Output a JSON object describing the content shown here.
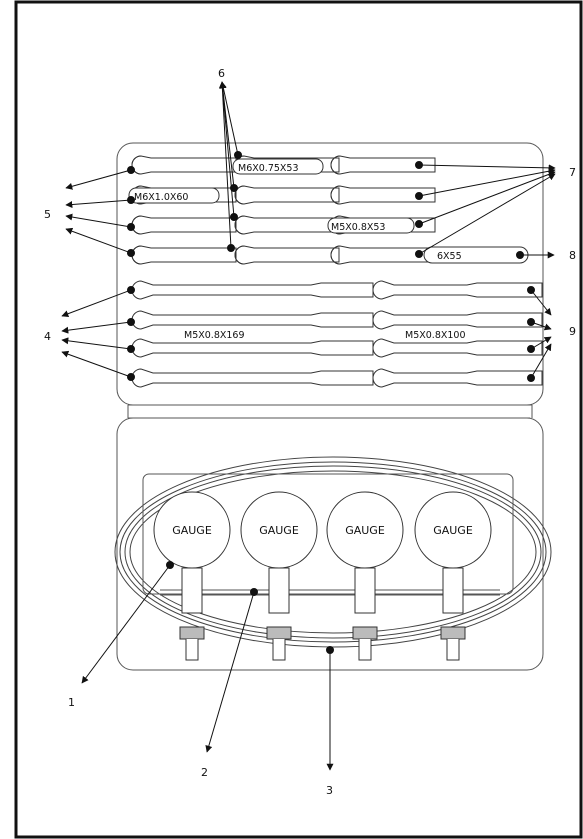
{
  "callouts": {
    "c1": "1",
    "c2": "2",
    "c3": "3",
    "c4": "4",
    "c5": "5",
    "c6": "6",
    "c7": "7",
    "c8": "8",
    "c9": "9"
  },
  "labels": {
    "m6x075x53": "M6X0.75X53",
    "m6x10x60": "M6X1.0X60",
    "m5x08x53": "M5X0.8X53",
    "sixx55": "6X55",
    "m5x08x169": "M5X0.8X169",
    "m5x08x100": "M5X0.8X100"
  },
  "gauges": [
    "GAUGE",
    "GAUGE",
    "GAUGE",
    "GAUGE"
  ]
}
